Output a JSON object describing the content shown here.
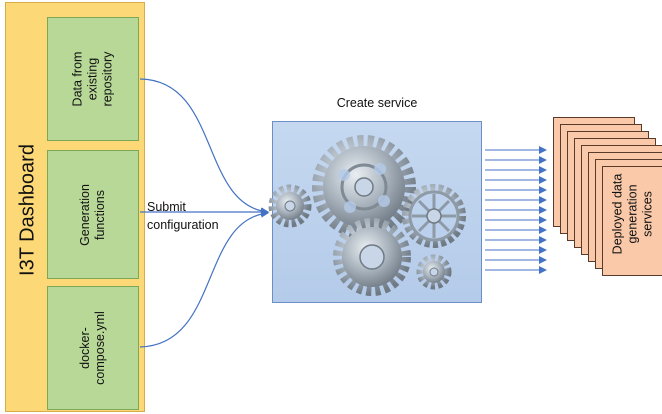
{
  "dashboard": {
    "title": "I3T Dashboard",
    "inputs": [
      {
        "label": "Data from\nexisting\nrepository"
      },
      {
        "label": "Generation\nfunctions"
      },
      {
        "label": "docker-\ncompose.yml"
      }
    ]
  },
  "flow": {
    "submit_label": "Submit\nconfiguration"
  },
  "service": {
    "title": "Create service"
  },
  "output": {
    "label": "Deployed data\ngeneration\nservices"
  },
  "colors": {
    "dashboard_fill": "#fdd876",
    "input_fill": "#b8d898",
    "service_fill": "#b4cbe9",
    "output_fill": "#f9c9a9",
    "arrow": "#4472c4",
    "gear": "#8e9aa6"
  }
}
